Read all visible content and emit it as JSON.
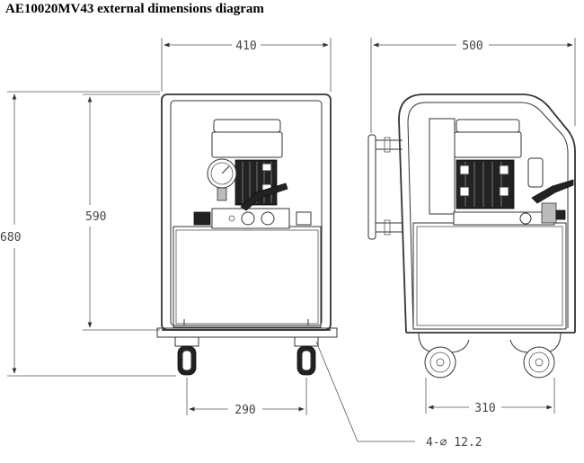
{
  "title": "AE10020MV43 external dimensions diagram",
  "front_view": {
    "width_dim": "410",
    "inner_height_dim": "590",
    "total_height_dim": "680",
    "wheelbase_dim": "290"
  },
  "side_view": {
    "depth_dim": "500",
    "wheelbase_dim": "310"
  },
  "hole_callout": "4-∅ 12.2"
}
